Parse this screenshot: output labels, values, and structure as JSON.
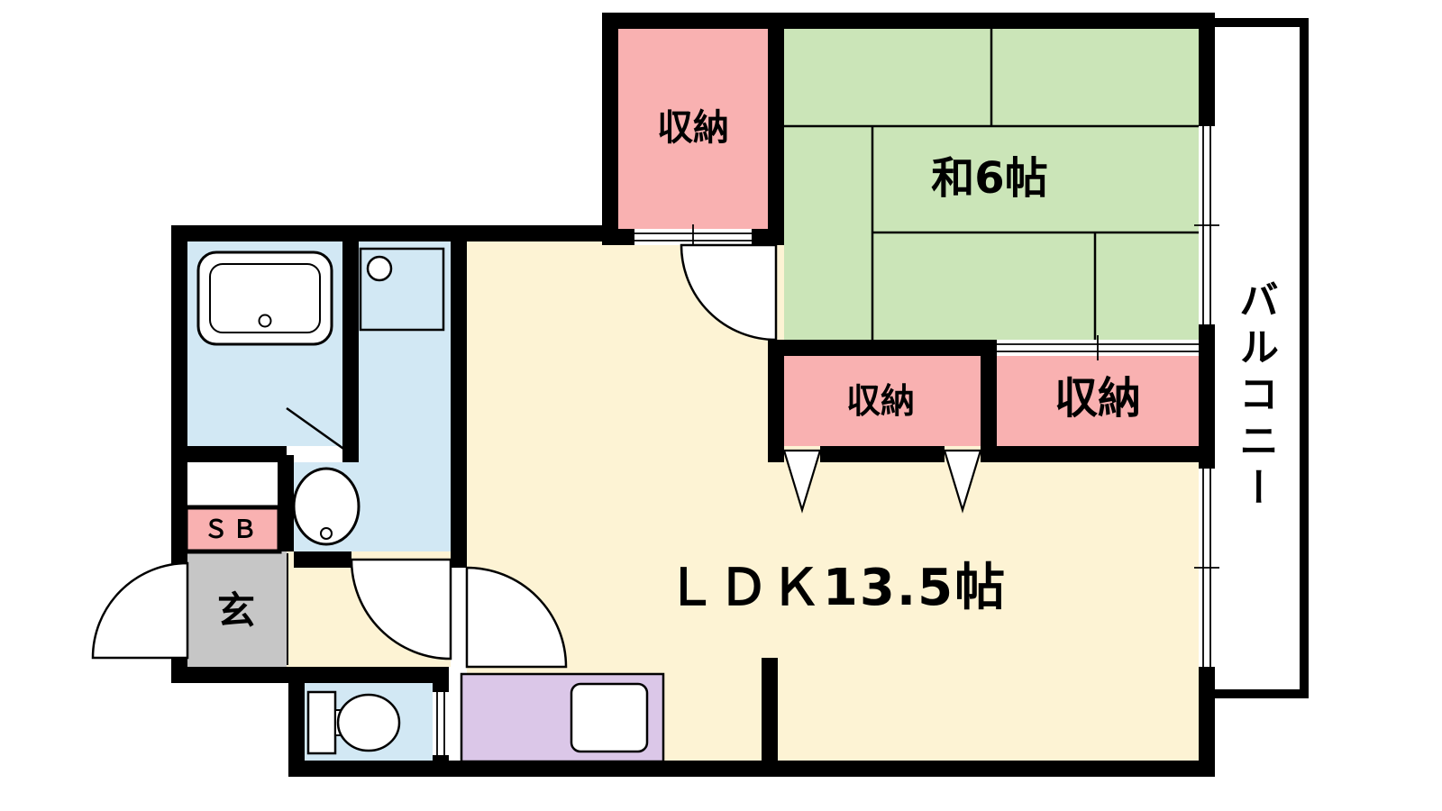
{
  "colors": {
    "wall": "#000000",
    "closet": "#f9b1b1",
    "tatami_room": "#cbe5b8",
    "ldk": "#fdf3d4",
    "wet_area": "#d2e8f4",
    "entrance": "#c6c6c6",
    "kitchen_counter": "#dbc7e8",
    "background": "#ffffff"
  },
  "rooms": {
    "closet_top": {
      "label": "収納"
    },
    "japanese_room": {
      "label": "和6帖"
    },
    "closet_mid_left": {
      "label": "収納"
    },
    "closet_mid_right": {
      "label": "収納"
    },
    "ldk": {
      "label": "ＬＤＫ13.5帖"
    },
    "balcony": {
      "label": "バルコニー"
    },
    "shoe_box": {
      "label": "ＳＢ"
    },
    "entrance": {
      "label": "玄"
    }
  },
  "fixtures": {
    "bathtub": "bathtub",
    "washing_machine_pan": "washing-machine-pan",
    "washbasin": "washbasin",
    "toilet": "toilet",
    "kitchen_sink": "kitchen-sink"
  }
}
